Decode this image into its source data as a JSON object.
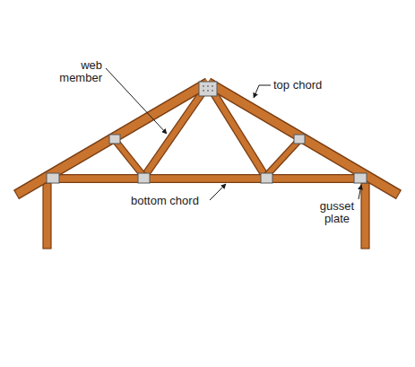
{
  "diagram": {
    "labels": [
      "web member",
      "top chord",
      "bottom chord",
      "gusset plate"
    ]
  }
}
